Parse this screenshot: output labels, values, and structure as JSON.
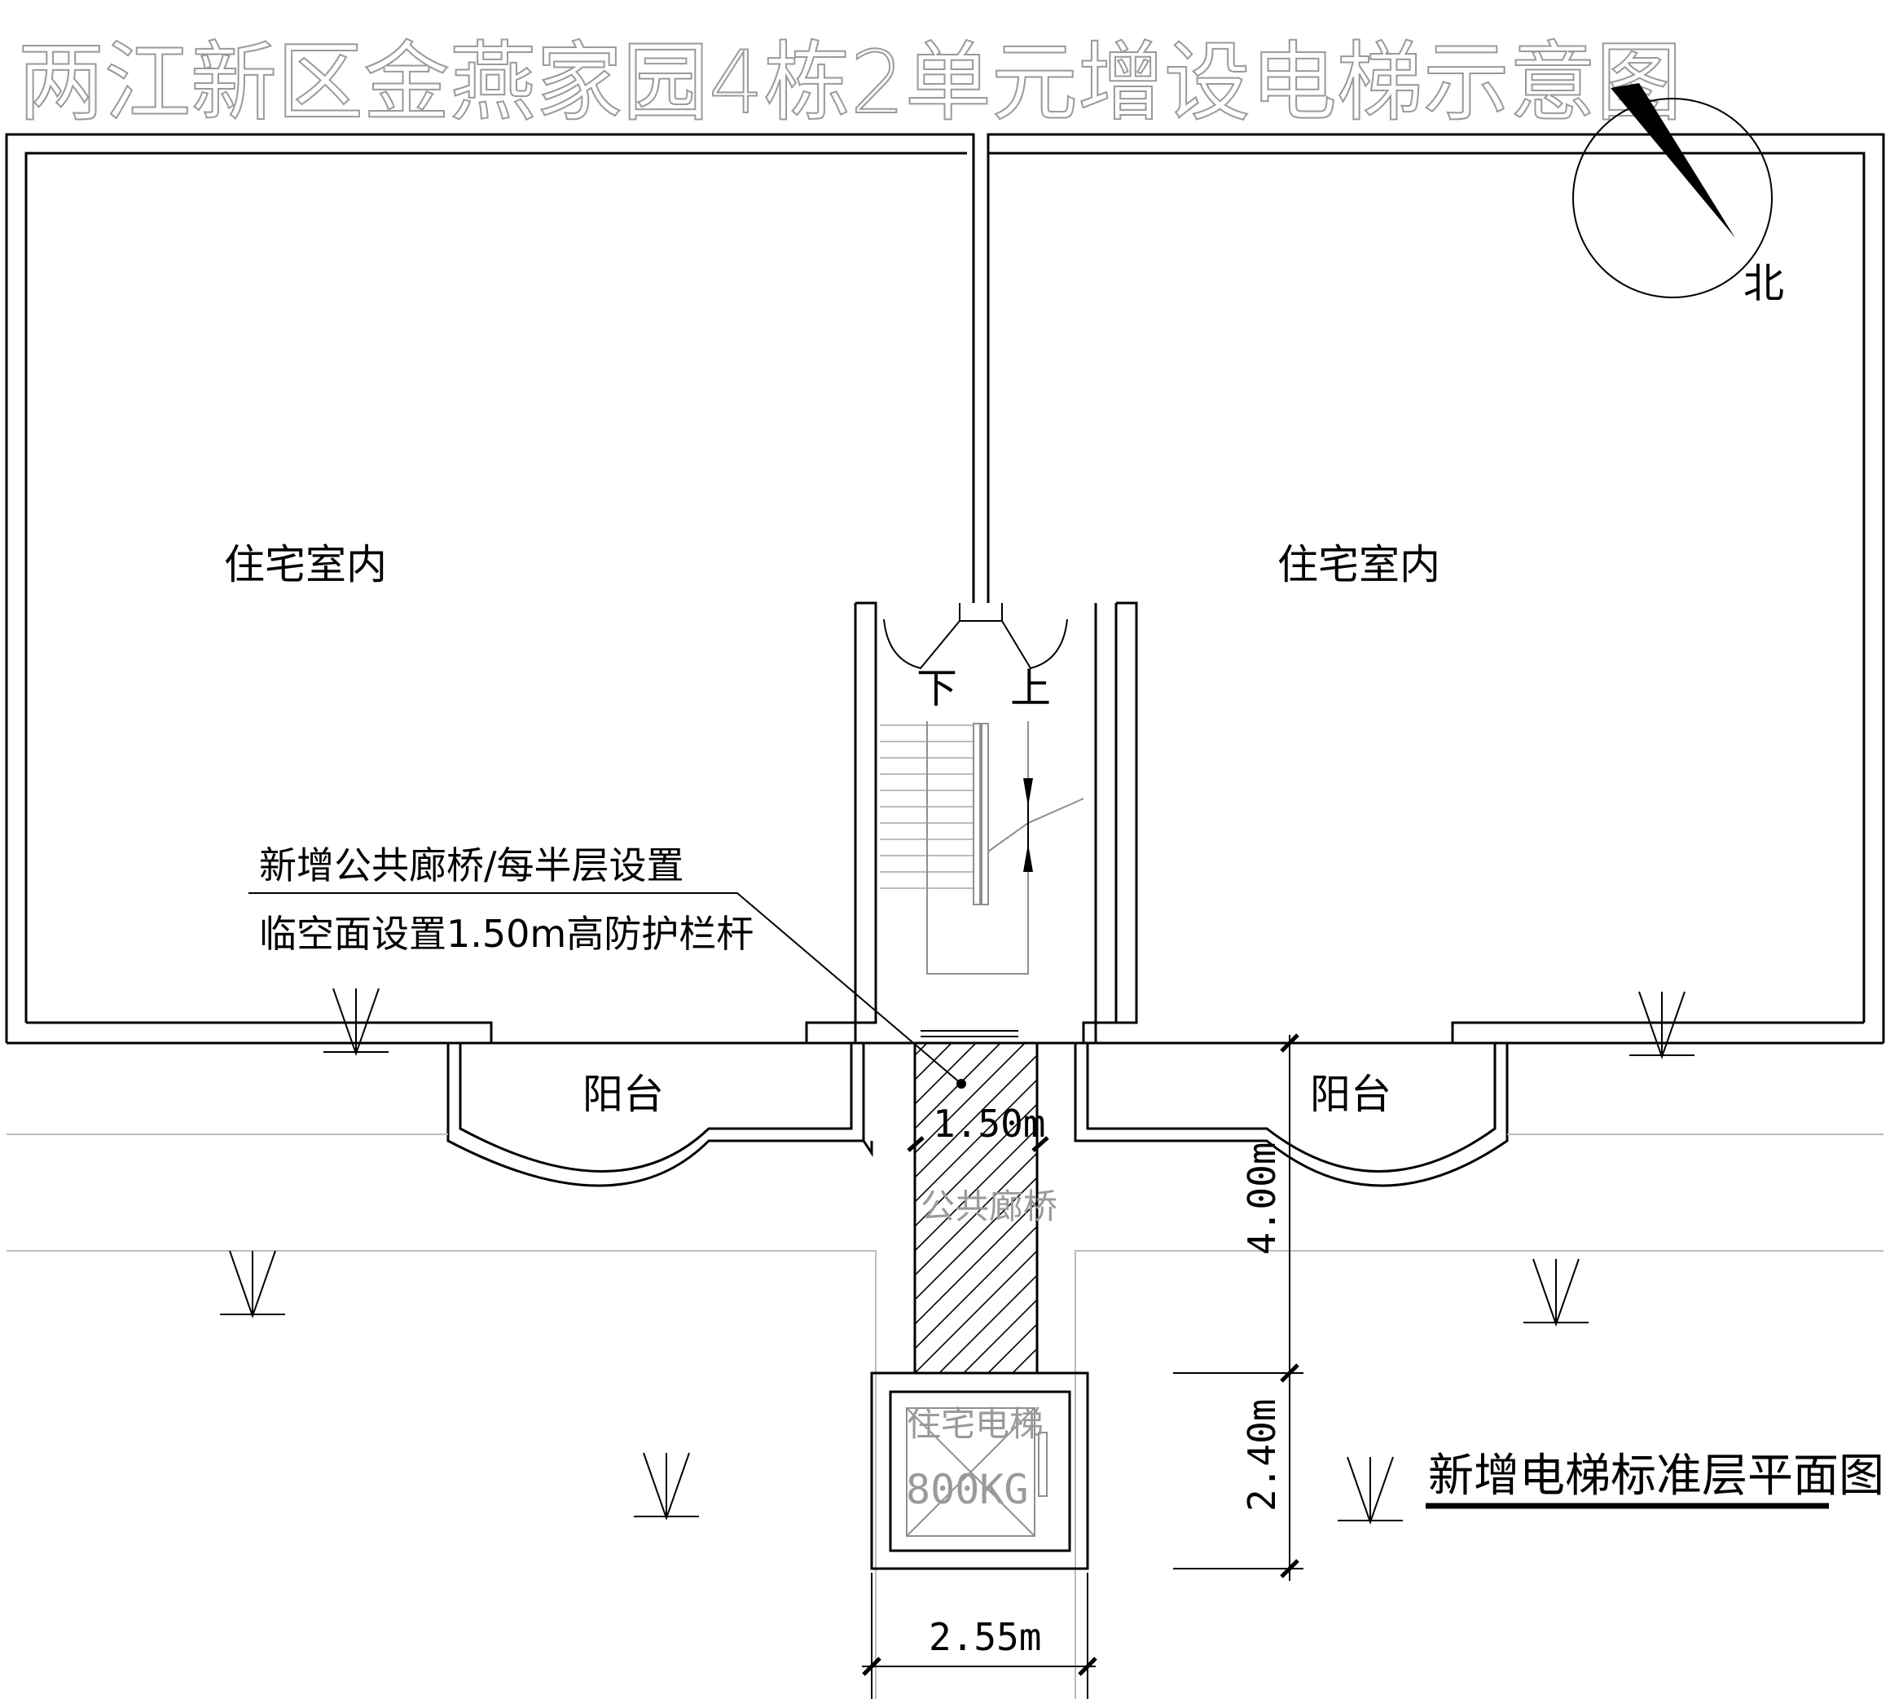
{
  "title": "两江新区金燕家园4栋2单元增设电梯示意图",
  "compass": {
    "label": "北",
    "rotation_deg": -40
  },
  "rooms": {
    "left": "住宅室内",
    "right": "住宅室内"
  },
  "stairs": {
    "down": "下",
    "up": "上"
  },
  "balconies": {
    "left": "阳台",
    "right": "阳台"
  },
  "note": {
    "line1": "新增公共廊桥/每半层设置",
    "line2": "临空面设置1.50m高防护栏杆"
  },
  "corridor": {
    "label": "公共廊桥",
    "width": "1.50m"
  },
  "elevator": {
    "label": "住宅电梯",
    "capacity": "800KG",
    "width": "2.55m"
  },
  "dimensions": {
    "corridor_length": "4.00m",
    "elevator_depth": "2.40m"
  },
  "subtitle": "新增电梯标准层平面图"
}
